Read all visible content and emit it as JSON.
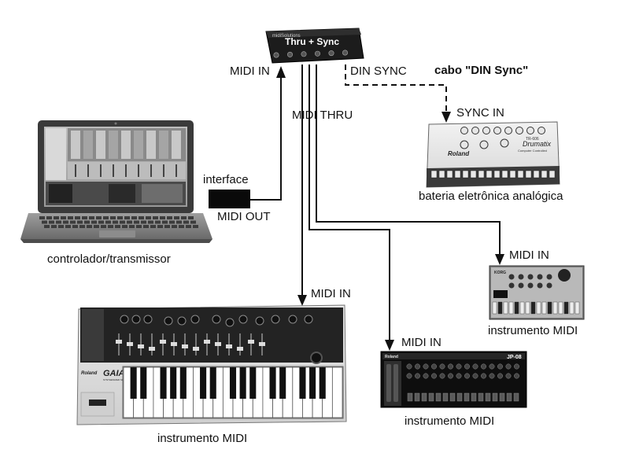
{
  "thru_box": {
    "brand": "midiSolutions",
    "title": "Thru + Sync",
    "port_count": 6
  },
  "labels": {
    "midi_in_thru": "MIDI IN",
    "din_sync": "DIN SYNC",
    "cable_note": "cabo \"DIN Sync\"",
    "midi_thru": "MIDI THRU",
    "sync_in": "SYNC IN",
    "drum_caption": "bateria eletrônica analógica",
    "interface": "interface",
    "midi_out": "MIDI OUT",
    "laptop_caption": "controlador/transmissor",
    "midi_in_synth": "MIDI IN",
    "synth_caption": "instrumento MIDI",
    "midi_in_korg": "MIDI IN",
    "korg_caption": "instrumento MIDI",
    "midi_in_jp": "MIDI IN",
    "jp_caption": "instrumento MIDI"
  },
  "devices": {
    "drum_brand": "Roland",
    "drum_model": "TR-606",
    "drum_name": "Drumatix",
    "drum_subtitle": "Computer Controlled",
    "korg_brand": "KORG",
    "jp_brand": "Roland",
    "jp_model": "JP-08",
    "synth_brand": "Roland",
    "synth_model": "GAIA",
    "synth_sub": "SYNTHESIZER SH-01"
  }
}
